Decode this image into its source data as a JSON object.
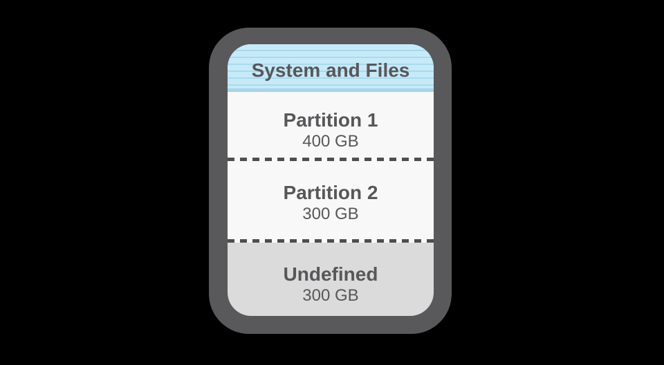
{
  "colors": {
    "page_bg": "#000000",
    "device_border": "#59585a",
    "header_bg": "#c7eaf9",
    "header_stripe": "#aadaec",
    "header_band": "#a5d5e8",
    "partition_bg": "#f8f8f8",
    "undefined_bg": "#dbdbdb",
    "text": "#57575a",
    "dash": "#4e4e50"
  },
  "diagram": {
    "header_label": "System and Files",
    "partitions": [
      {
        "name": "Partition 1",
        "size": "400 GB"
      },
      {
        "name": "Partition 2",
        "size": "300 GB"
      },
      {
        "name": "Undefined",
        "size": "300 GB"
      }
    ]
  }
}
